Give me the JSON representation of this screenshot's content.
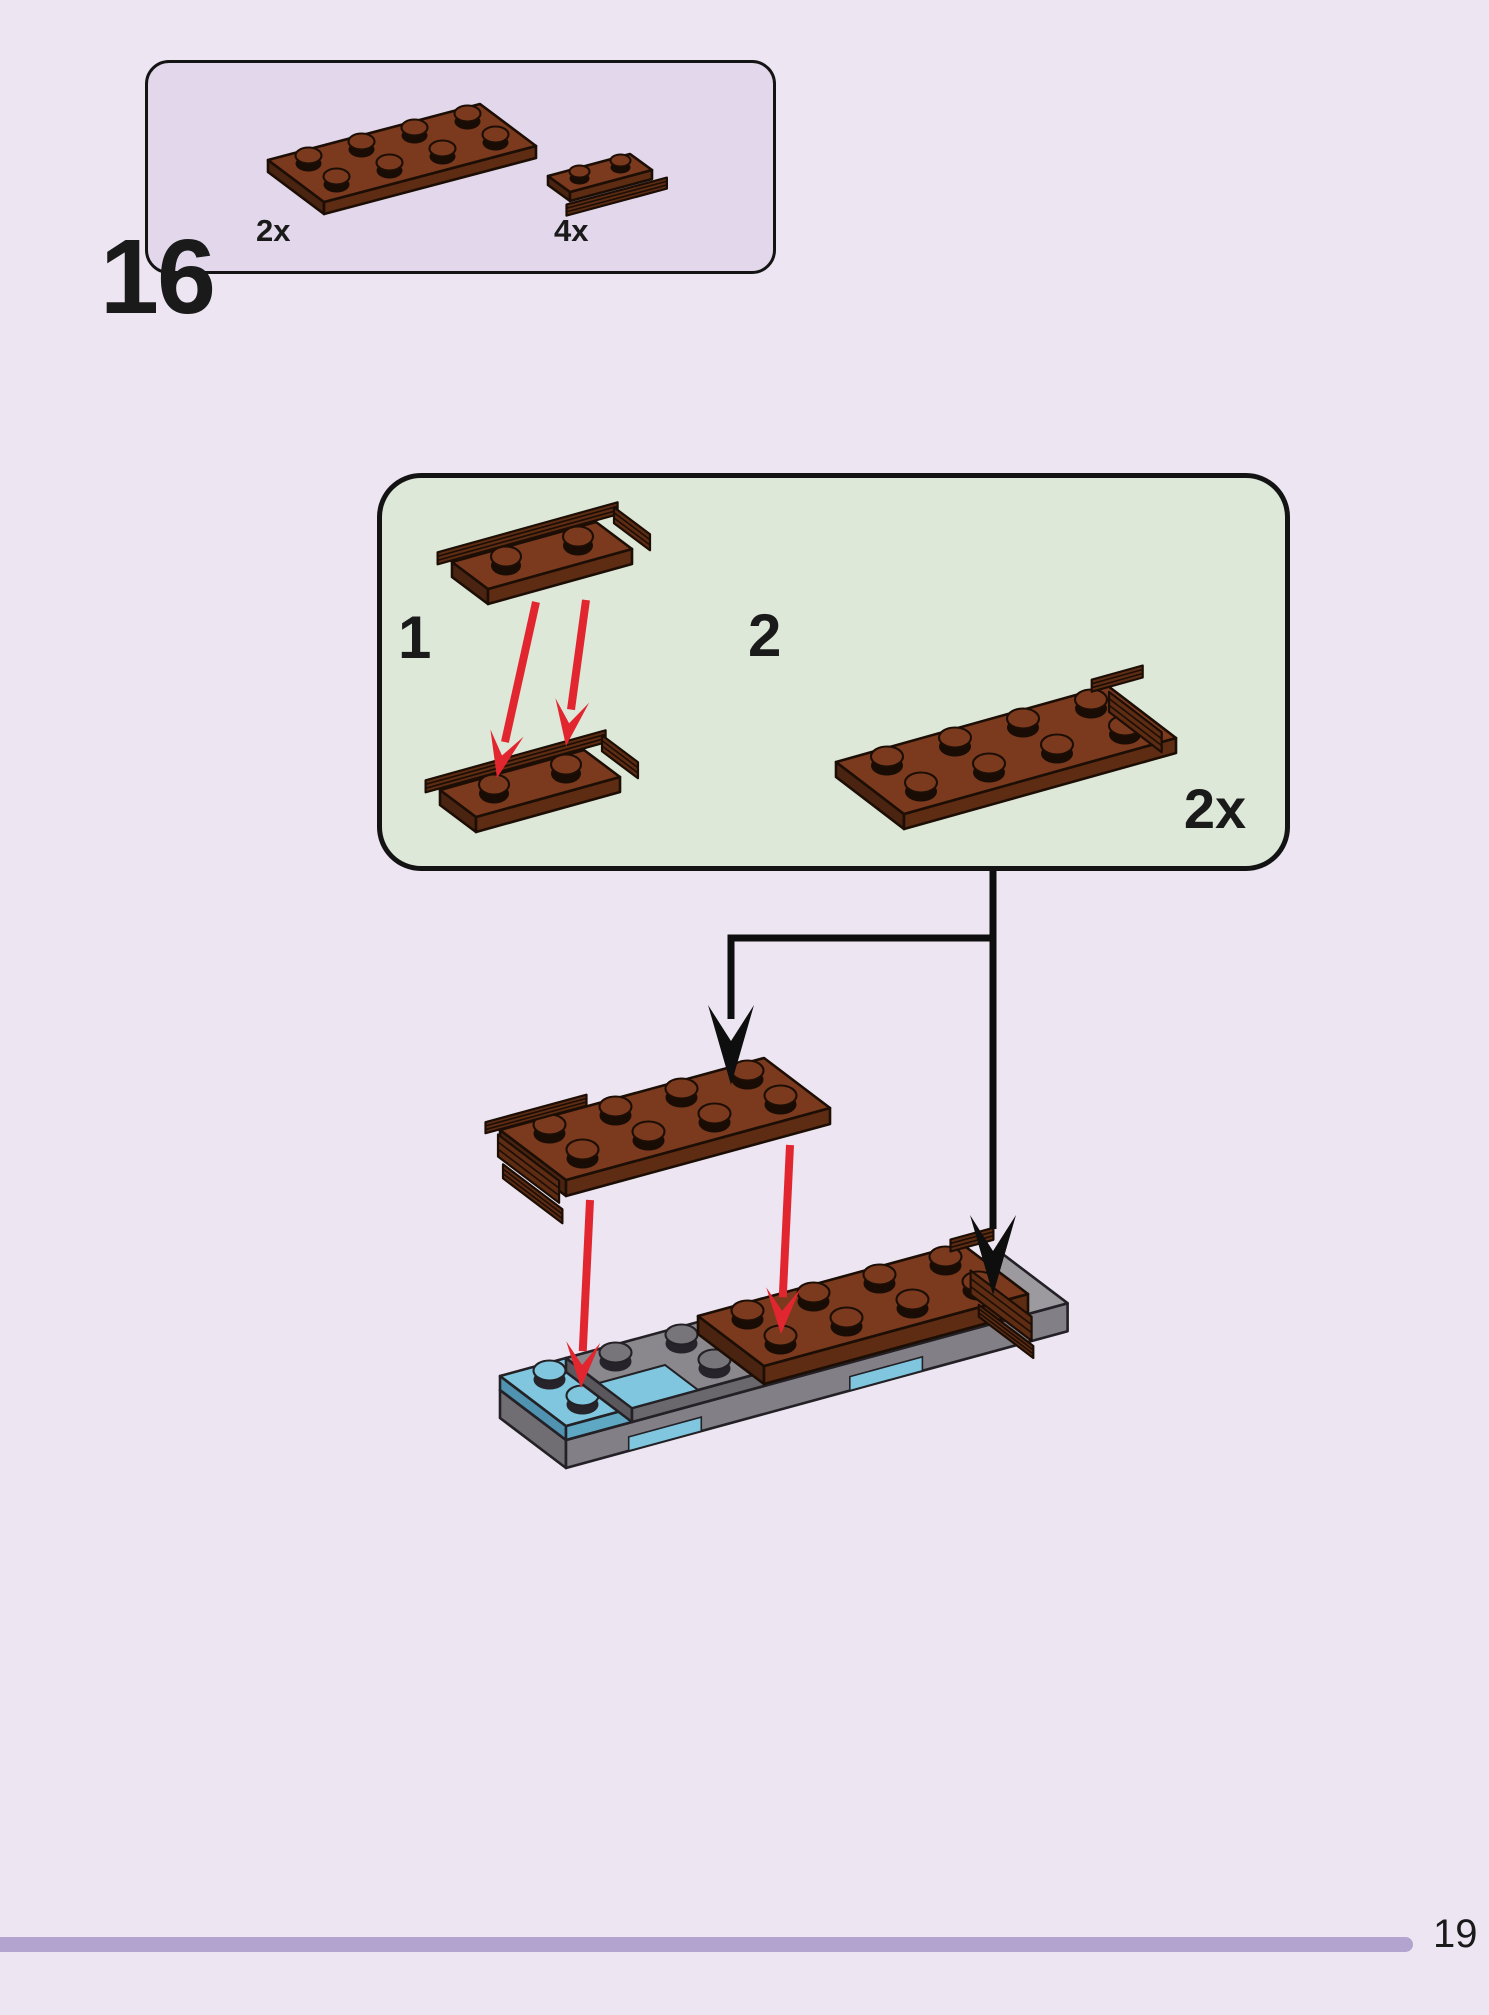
{
  "page": {
    "number": "19"
  },
  "step": {
    "number": "16"
  },
  "parts_box": {
    "items": [
      {
        "name": "plate-2x4-reddish-brown",
        "count_label": "2x"
      },
      {
        "name": "plate-1x2-with-rail-reddish-brown",
        "count_label": "4x"
      }
    ]
  },
  "instruction_box": {
    "substeps": [
      {
        "label": "1"
      },
      {
        "label": "2"
      }
    ],
    "count_label": "2x"
  },
  "colors": {
    "page_bg": "#ede6f2",
    "parts_box_bg": "#e3d8eb",
    "green_box_bg": "#dde8d8",
    "text": "#1a1a1a",
    "footer_bar": "#b2a4ce",
    "arrow_red": "#e22630",
    "arrow_black": "#0e0e0e",
    "outline": "#1c0e05",
    "brown_top": "#7b3a1d",
    "brown_front": "#5e2c12",
    "brown_side": "#4a2410",
    "stud_shadow": "#180c04",
    "blue_top": "#7fc6de",
    "blue_front": "#5fa8c3",
    "blue_side": "#4f93b0",
    "gray_top": "#9c9a9e",
    "gray_front": "#828086",
    "gray_side": "#706e72",
    "gray2_top": "#8a888c",
    "gray2_front": "#6a686c",
    "gray2_side": "#5a585c",
    "gray_stud_top": "#77757a",
    "gray_stud_shadow": "#26242a",
    "gray_outline": "#232126"
  }
}
